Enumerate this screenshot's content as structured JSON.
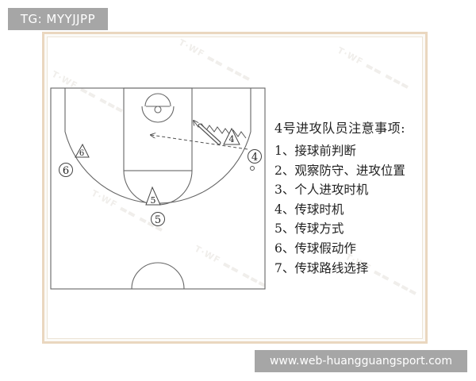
{
  "badges": {
    "top_left": "TG: MYYJJPP",
    "bottom_right": "www.web-huangguangsport.com"
  },
  "notes": {
    "title": "4号进攻队员注意事项:",
    "items": [
      "1、接球前判断",
      "2、观察防守、进攻位置",
      "3、个人进攻时机",
      "4、传球时机",
      "5、传球方式",
      "6、传球假动作",
      "7、传球路线选择"
    ]
  },
  "players": {
    "attackers": [
      {
        "label": "6",
        "role": "offense-circle"
      },
      {
        "label": "5",
        "role": "offense-circle"
      },
      {
        "label": "4",
        "role": "offense-circle"
      }
    ],
    "defenders": [
      {
        "label": "6",
        "role": "defense-triangle"
      },
      {
        "label": "5",
        "role": "defense-triangle"
      },
      {
        "label": "4",
        "role": "defense-triangle"
      }
    ]
  },
  "colors": {
    "frame": "#ead7bf",
    "line": "#555555",
    "badge_bg": "#a6a6a6",
    "badge_text": "#ffffff"
  }
}
